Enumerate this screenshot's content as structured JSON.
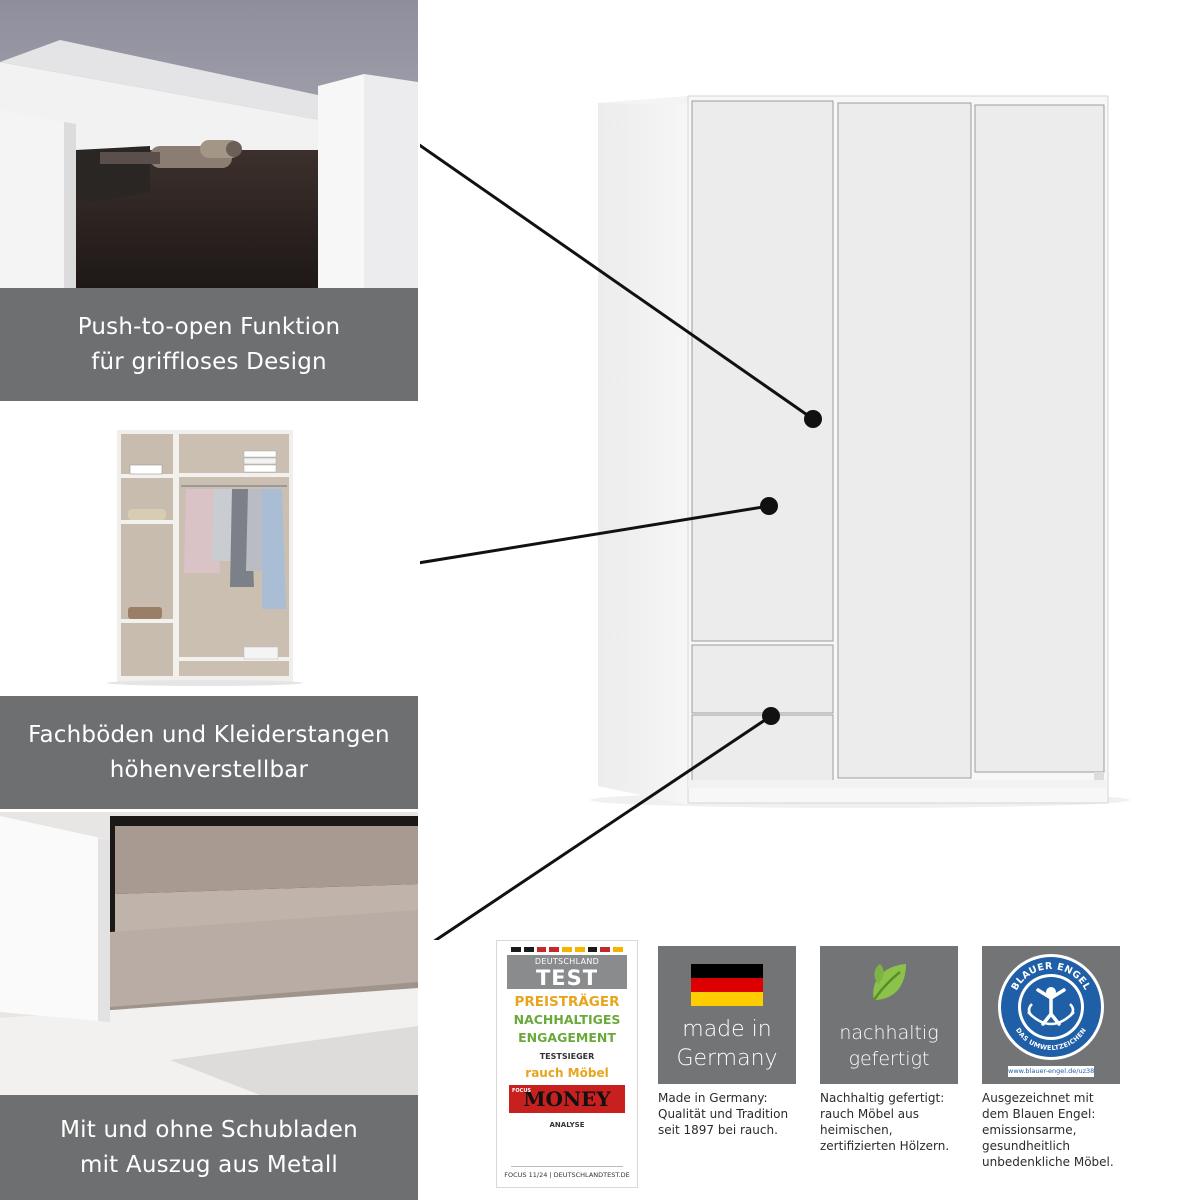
{
  "features": [
    {
      "lines": [
        "Push-to-open Funktion",
        "für griffloses Design"
      ]
    },
    {
      "lines": [
        "Fachböden und Kleiderstangen",
        "höhenverstellbar"
      ]
    },
    {
      "lines": [
        "Mit und ohne Schubladen",
        "mit Auszug aus Metall"
      ]
    }
  ],
  "seal": {
    "top_small": "DEUTSCHLAND",
    "top_big": "TEST",
    "line1": "PREISTRÄGER",
    "line2": "NACHHALTIGES",
    "line3": "ENGAGEMENT",
    "line4": "TESTSIEGER",
    "line5": "rauch Möbel",
    "logo": "MONEY",
    "logo_small": "FOCUS",
    "line6": "ANALYSE",
    "footer": "FOCUS 11/24 | DEUTSCHLANDTEST.DE"
  },
  "badges": {
    "germany": {
      "title": [
        "made in",
        "Germany"
      ],
      "desc": [
        "Made in Germany:",
        "Qualität und Tradition",
        "seit 1897 bei rauch."
      ]
    },
    "sustainable": {
      "title": [
        "nachhaltig",
        "gefertigt"
      ],
      "desc": [
        "Nachhaltig gefertigt:",
        "rauch Möbel aus",
        "heimischen,",
        "zertifizierten Hölzern."
      ]
    },
    "blue_angel": {
      "ring_top": "BLAUER ENGEL",
      "ring_bottom": "DAS UMWELTZEICHEN",
      "url": "www.blauer-engel.de/uz38",
      "desc": [
        "Ausgezeichnet mit",
        "dem Blauen Engel:",
        "emissionsarme,",
        "gesundheitlich",
        "unbedenkliche Möbel."
      ]
    }
  },
  "colors": {
    "caption_bg": "#6e6f71",
    "badge_bg": "#737476",
    "flag_black": "#000000",
    "flag_red": "#dd0000",
    "flag_gold": "#ffcc00",
    "leaf_green": "#7cb342",
    "blue_angel": "#1f5fa8"
  },
  "icons": [
    "pointer-dot-icon",
    "germany-flag-icon",
    "leaf-icon",
    "blue-angel-icon"
  ]
}
